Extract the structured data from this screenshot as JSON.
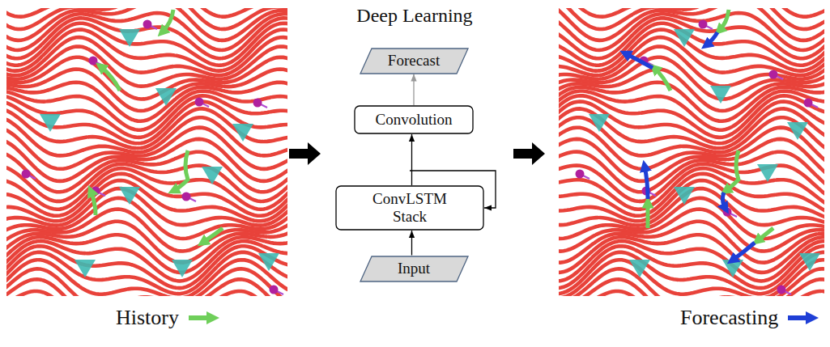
{
  "diagram": {
    "title": "Deep Learning",
    "nodes": [
      {
        "text": [
          "Forecast"
        ]
      },
      {
        "text": [
          "Convolution"
        ]
      },
      {
        "text": [
          "ConvLSTM Stack"
        ]
      },
      {
        "text": [
          "Input"
        ]
      }
    ],
    "edges": [
      {
        "from": 3,
        "to": 2,
        "arrow": "to"
      },
      {
        "from": 2,
        "to": 1,
        "arrow": "to"
      },
      {
        "from": 2,
        "to": 2,
        "arrow": "to"
      },
      {
        "from": 1,
        "to": 0,
        "arrow": "to"
      }
    ],
    "legend": [
      {
        "text": "History"
      },
      {
        "text": "Forecasting"
      }
    ]
  }
}
